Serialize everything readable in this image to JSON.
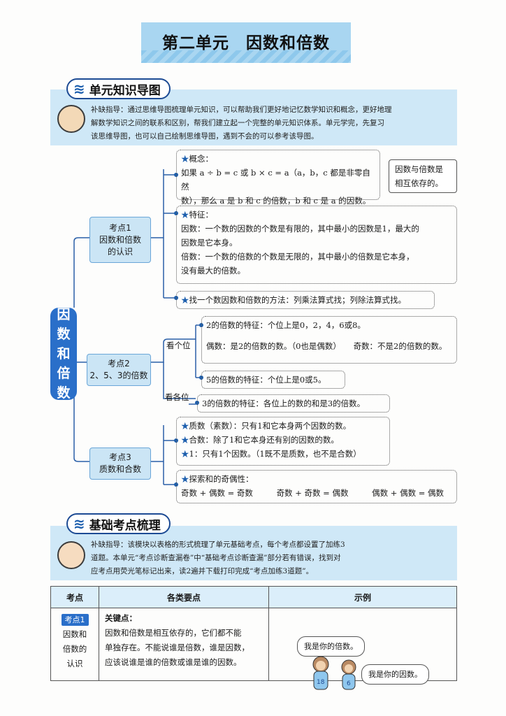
{
  "title": "第二单元　因数和倍数",
  "sections": {
    "mindmap_heading": "单元知识导图",
    "basics_heading": "基础考点梳理"
  },
  "intro1": {
    "line1": "补缺指导：通过思维导图梳理单元知识，可以帮助我们更好地记忆数学知识和概念，更好地理",
    "line2": "解数学知识之间的联系和区别，帮我们建立起一个完整的单元知识体系。单元学完，先复习",
    "line3": "该思维导图，也可以自己绘制思维导图，遇到不会的可以参考该导图。"
  },
  "root": {
    "line1": "因",
    "line2": "数",
    "line3": "和",
    "line4": "倍",
    "line5": "数"
  },
  "kp1": {
    "name": "考点1",
    "sub1": "因数和倍数",
    "sub2": "的认识",
    "concept_title": "概念：",
    "concept_line1": "如果 a ÷ b = c 或 b × c = a（a，b，c 都是非零自然",
    "concept_line2": "数），那么 a 是 b 和 c 的倍数，b 和 c 是 a 的因数。",
    "note_line1": "因数与倍数是",
    "note_line2": "相互依存的。",
    "feature_title": "特征：",
    "feature_line1": "因数：一个数的因数的个数是有限的，其中最小的因数是1，最大的",
    "feature_line2": "因数是它本身。",
    "feature_line3": "倍数：一个数的倍数的个数是无限的，其中最小的倍数是它本身，",
    "feature_line4": "没有最大的倍数。",
    "method": "找一个数因数和倍数的方法：列乘法算式找；列除法算式找。"
  },
  "kp2": {
    "name": "考点2",
    "sub": "2、5、3的倍数",
    "look_ones": "看个位",
    "look_each": "看各位",
    "two_feature": "2的倍数的特征：个位上是0，2，4，6或8。",
    "even": "偶数：是2的倍数的数。",
    "zero_even": "（0也是偶数）",
    "odd": "奇数：不是2的倍数的数。",
    "five_feature": "5的倍数的特征：个位上是0或5。",
    "three_feature": "3的倍数的特征：各位上的数的和是3的倍数。"
  },
  "kp3": {
    "name": "考点3",
    "sub": "质数和合数",
    "prime": "质数（素数）：只有1和它本身两个因数的数。",
    "composite": "合数：除了1和它本身还有别的因数的数。",
    "one": "1：只有1个因数。（1既不是质数，也不是合数）",
    "parity_title": "探索和的奇偶性：",
    "parity1": "奇数 + 偶数 = 奇数",
    "parity2": "奇数 + 奇数 = 偶数",
    "parity3": "偶数 + 偶数 = 偶数"
  },
  "intro2": {
    "line1": "补缺指导：该模块以表格的形式梳理了单元基础考点，每个考点都设置了加练3",
    "line2": "道题。本单元“考点诊断查漏卷”中“基础考点诊断查漏”部分若有错误，找到对",
    "line3": "应考点用荧光笔标记出来，读2遍并下载打印完成“考点加练3道题”。"
  },
  "table": {
    "headers": [
      "考点",
      "各类要点",
      "示例"
    ],
    "row1": {
      "badge": "考点1",
      "kp_line1": "因数和",
      "kp_line2": "倍数的",
      "kp_line3": "认识",
      "key_title": "关键点：",
      "key_line1": "因数和倍数是相互依存的，它们都不能",
      "key_line2": "单独存在。不能说谁是倍数，谁是因数，",
      "key_line3": "应该说谁是谁的倍数或谁是谁的因数。",
      "bubble1": "我是你的倍数。",
      "bubble2": "我是你的因数。",
      "num1": "18",
      "num2": "6"
    }
  },
  "colors": {
    "accent": "#2a6fc9",
    "banner": "#a9d6f1",
    "node": "#cbe5f5",
    "section": "#cfe8f7"
  }
}
